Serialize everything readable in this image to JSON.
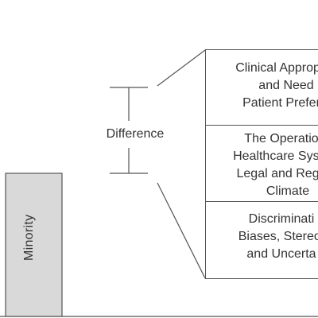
{
  "bar": {
    "label": "Minority"
  },
  "difference": {
    "label": "Difference"
  },
  "boxes": [
    {
      "lines": [
        "Clinical Appropri",
        "and Need",
        "Patient Prefer"
      ]
    },
    {
      "lines": [
        "The Operatio",
        "Healthcare Syste",
        "Legal and Regu",
        "Climate"
      ]
    },
    {
      "lines": [
        "Discriminati",
        "Biases, Stereot",
        "and Uncerta"
      ]
    }
  ],
  "colors": {
    "bar_fill": "#d9d9d9",
    "stroke": "#555555",
    "text": "#333333"
  }
}
